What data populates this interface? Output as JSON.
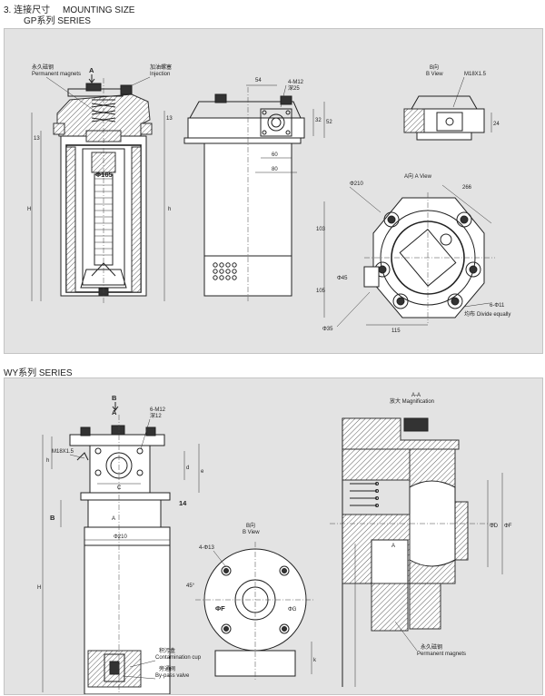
{
  "headings": {
    "gp_prefix": "3. 连接尺寸",
    "gp_mounting": "MOUNTING SIZE",
    "gp_series": "GP系列 SERIES",
    "wy_series": "WY系列 SERIES"
  },
  "gp": {
    "permanent_magnets_cn": "永久磁钢",
    "permanent_magnets_en": "Permanent magnets",
    "injection_cn": "加油螺塞",
    "injection_en": "Injection",
    "label_A": "A",
    "dim_phi165": "Φ165",
    "dim_H": "H",
    "dim_h": "h",
    "dim_13": "13",
    "dim_54": "54",
    "dim_thread": "4-M12",
    "dim_depth": "深25",
    "dim_32": "32",
    "dim_52": "52",
    "dim_60": "60",
    "dim_80": "80",
    "bview_cn": "B向",
    "bview_en": "B View",
    "dim_m18": "M18X1.5",
    "dim_24": "24",
    "aview": "A向 A View",
    "dim_phi210": "Φ210",
    "dim_266": "266",
    "dim_103": "103",
    "dim_105": "105",
    "dim_phi45": "Φ45",
    "dim_phi35": "Φ35",
    "dim_115": "115",
    "dim_6phi11": "6-Φ11",
    "divide_cn": "均布",
    "divide_en": "Divide equally"
  },
  "wy": {
    "label_B": "B",
    "label_A": "A",
    "dim_6m12": "6-M12",
    "dim_depth12": "深12",
    "dim_m18": "M18X1.5",
    "dim_h": "h",
    "dim_d": "d",
    "dim_e": "e",
    "dim_C": "C",
    "dim_B": "B",
    "dim_14": "14",
    "dim_phi210": "Φ210",
    "dim_H": "H",
    "bview_cn": "B向",
    "bview_en": "B View",
    "dim_4phi13": "4-Φ13",
    "dim_45": "45°",
    "dim_F": "ΦF",
    "dim_G": "ΦG",
    "dim_k": "k",
    "contamination_cn": "积污盒",
    "contamination_en": "Contamination cup",
    "bypass_cn": "旁通阀",
    "bypass_en": "By-pass valve",
    "section": "A-A",
    "magnification": "放大 Magnification",
    "dim_phiD": "ΦD",
    "dim_phiF": "ΦF",
    "magnets_cn": "永久磁钢",
    "magnets_en": "Permanent magnets"
  }
}
